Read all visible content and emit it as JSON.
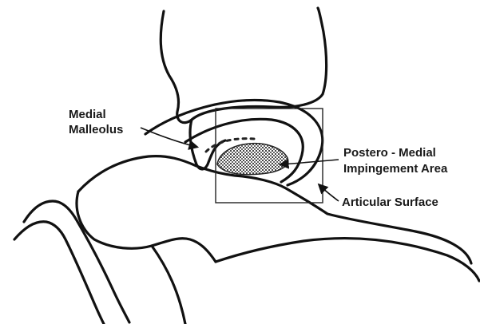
{
  "labels": {
    "medial_malleolus": [
      "Medial",
      "Malleolus"
    ],
    "impingement_area": [
      "Postero - Medial",
      "Impingement Area"
    ],
    "articular_surface": "Articular Surface"
  },
  "colors": {
    "ink": "#111111",
    "shading": "#555555",
    "background": "#ffffff"
  }
}
